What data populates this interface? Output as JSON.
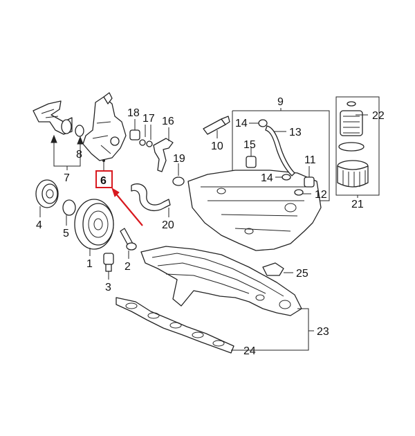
{
  "diagram": {
    "highlighted_part": "6",
    "highlight_color": "#d8181e",
    "callouts": {
      "c1": "1",
      "c2": "2",
      "c3": "3",
      "c4": "4",
      "c5": "5",
      "c6": "6",
      "c7": "7",
      "c8": "8",
      "c9": "9",
      "c10": "10",
      "c11": "11",
      "c12": "12",
      "c13": "13",
      "c14a": "14",
      "c14b": "14",
      "c15": "15",
      "c16": "16",
      "c17": "17",
      "c18": "18",
      "c19": "19",
      "c20": "20",
      "c21": "21",
      "c22": "22",
      "c23": "23",
      "c24": "24",
      "c25": "25"
    }
  }
}
